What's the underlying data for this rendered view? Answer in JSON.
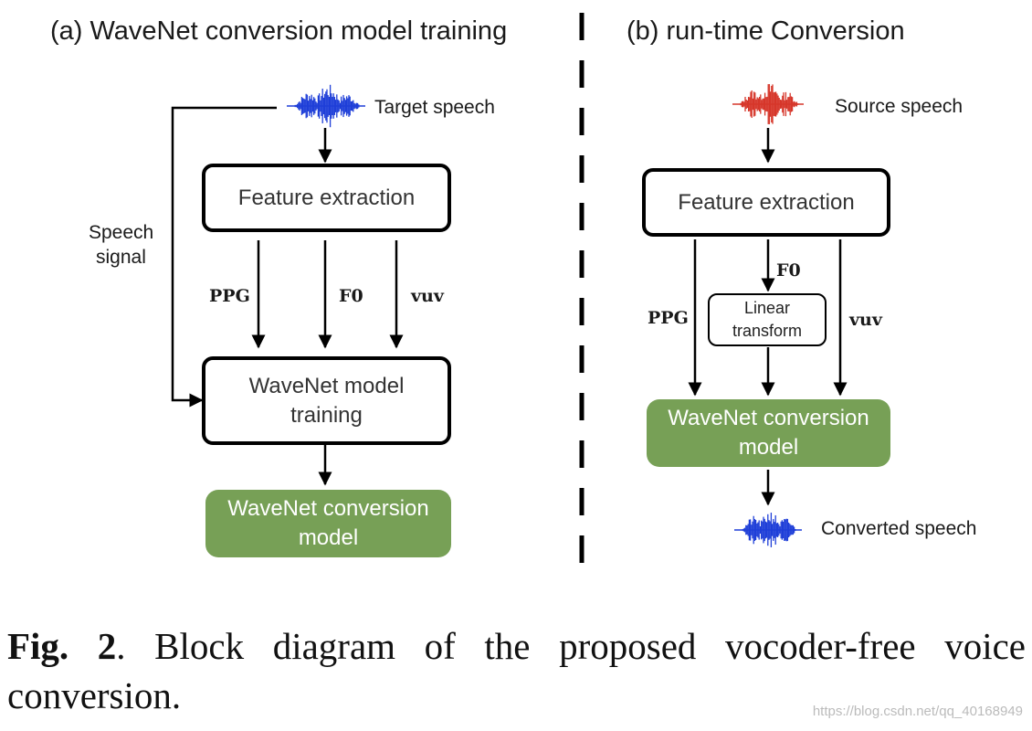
{
  "panel_a": {
    "title": "(a) WaveNet conversion model training",
    "target_speech": "Target speech",
    "speech_signal_line1": "Speech",
    "speech_signal_line2": "signal",
    "feature_extraction": "Feature extraction",
    "ppg": "PPG",
    "f0": "F0",
    "vuv": "vuv",
    "training_line1": "WaveNet model",
    "training_line2": "training",
    "output_line1": "WaveNet conversion",
    "output_line2": "model"
  },
  "panel_b": {
    "title": "(b) run-time Conversion",
    "source_speech": "Source speech",
    "feature_extraction": "Feature extraction",
    "ppg": "PPG",
    "f0": "F0",
    "vuv": "vuv",
    "linear_line1": "Linear",
    "linear_line2": "transform",
    "model_line1": "WaveNet conversion",
    "model_line2": "model",
    "converted_speech": "Converted speech"
  },
  "caption": {
    "fig": "Fig. 2",
    "text": ".  Block diagram of the proposed vocoder-free voice conversion."
  },
  "watermark": "https://blog.csdn.net/qq_40168949",
  "colors": {
    "green_box": "#77a056",
    "target_wave": "#1f3fd8",
    "source_wave": "#d6362a",
    "converted_wave": "#1f3fd8"
  }
}
